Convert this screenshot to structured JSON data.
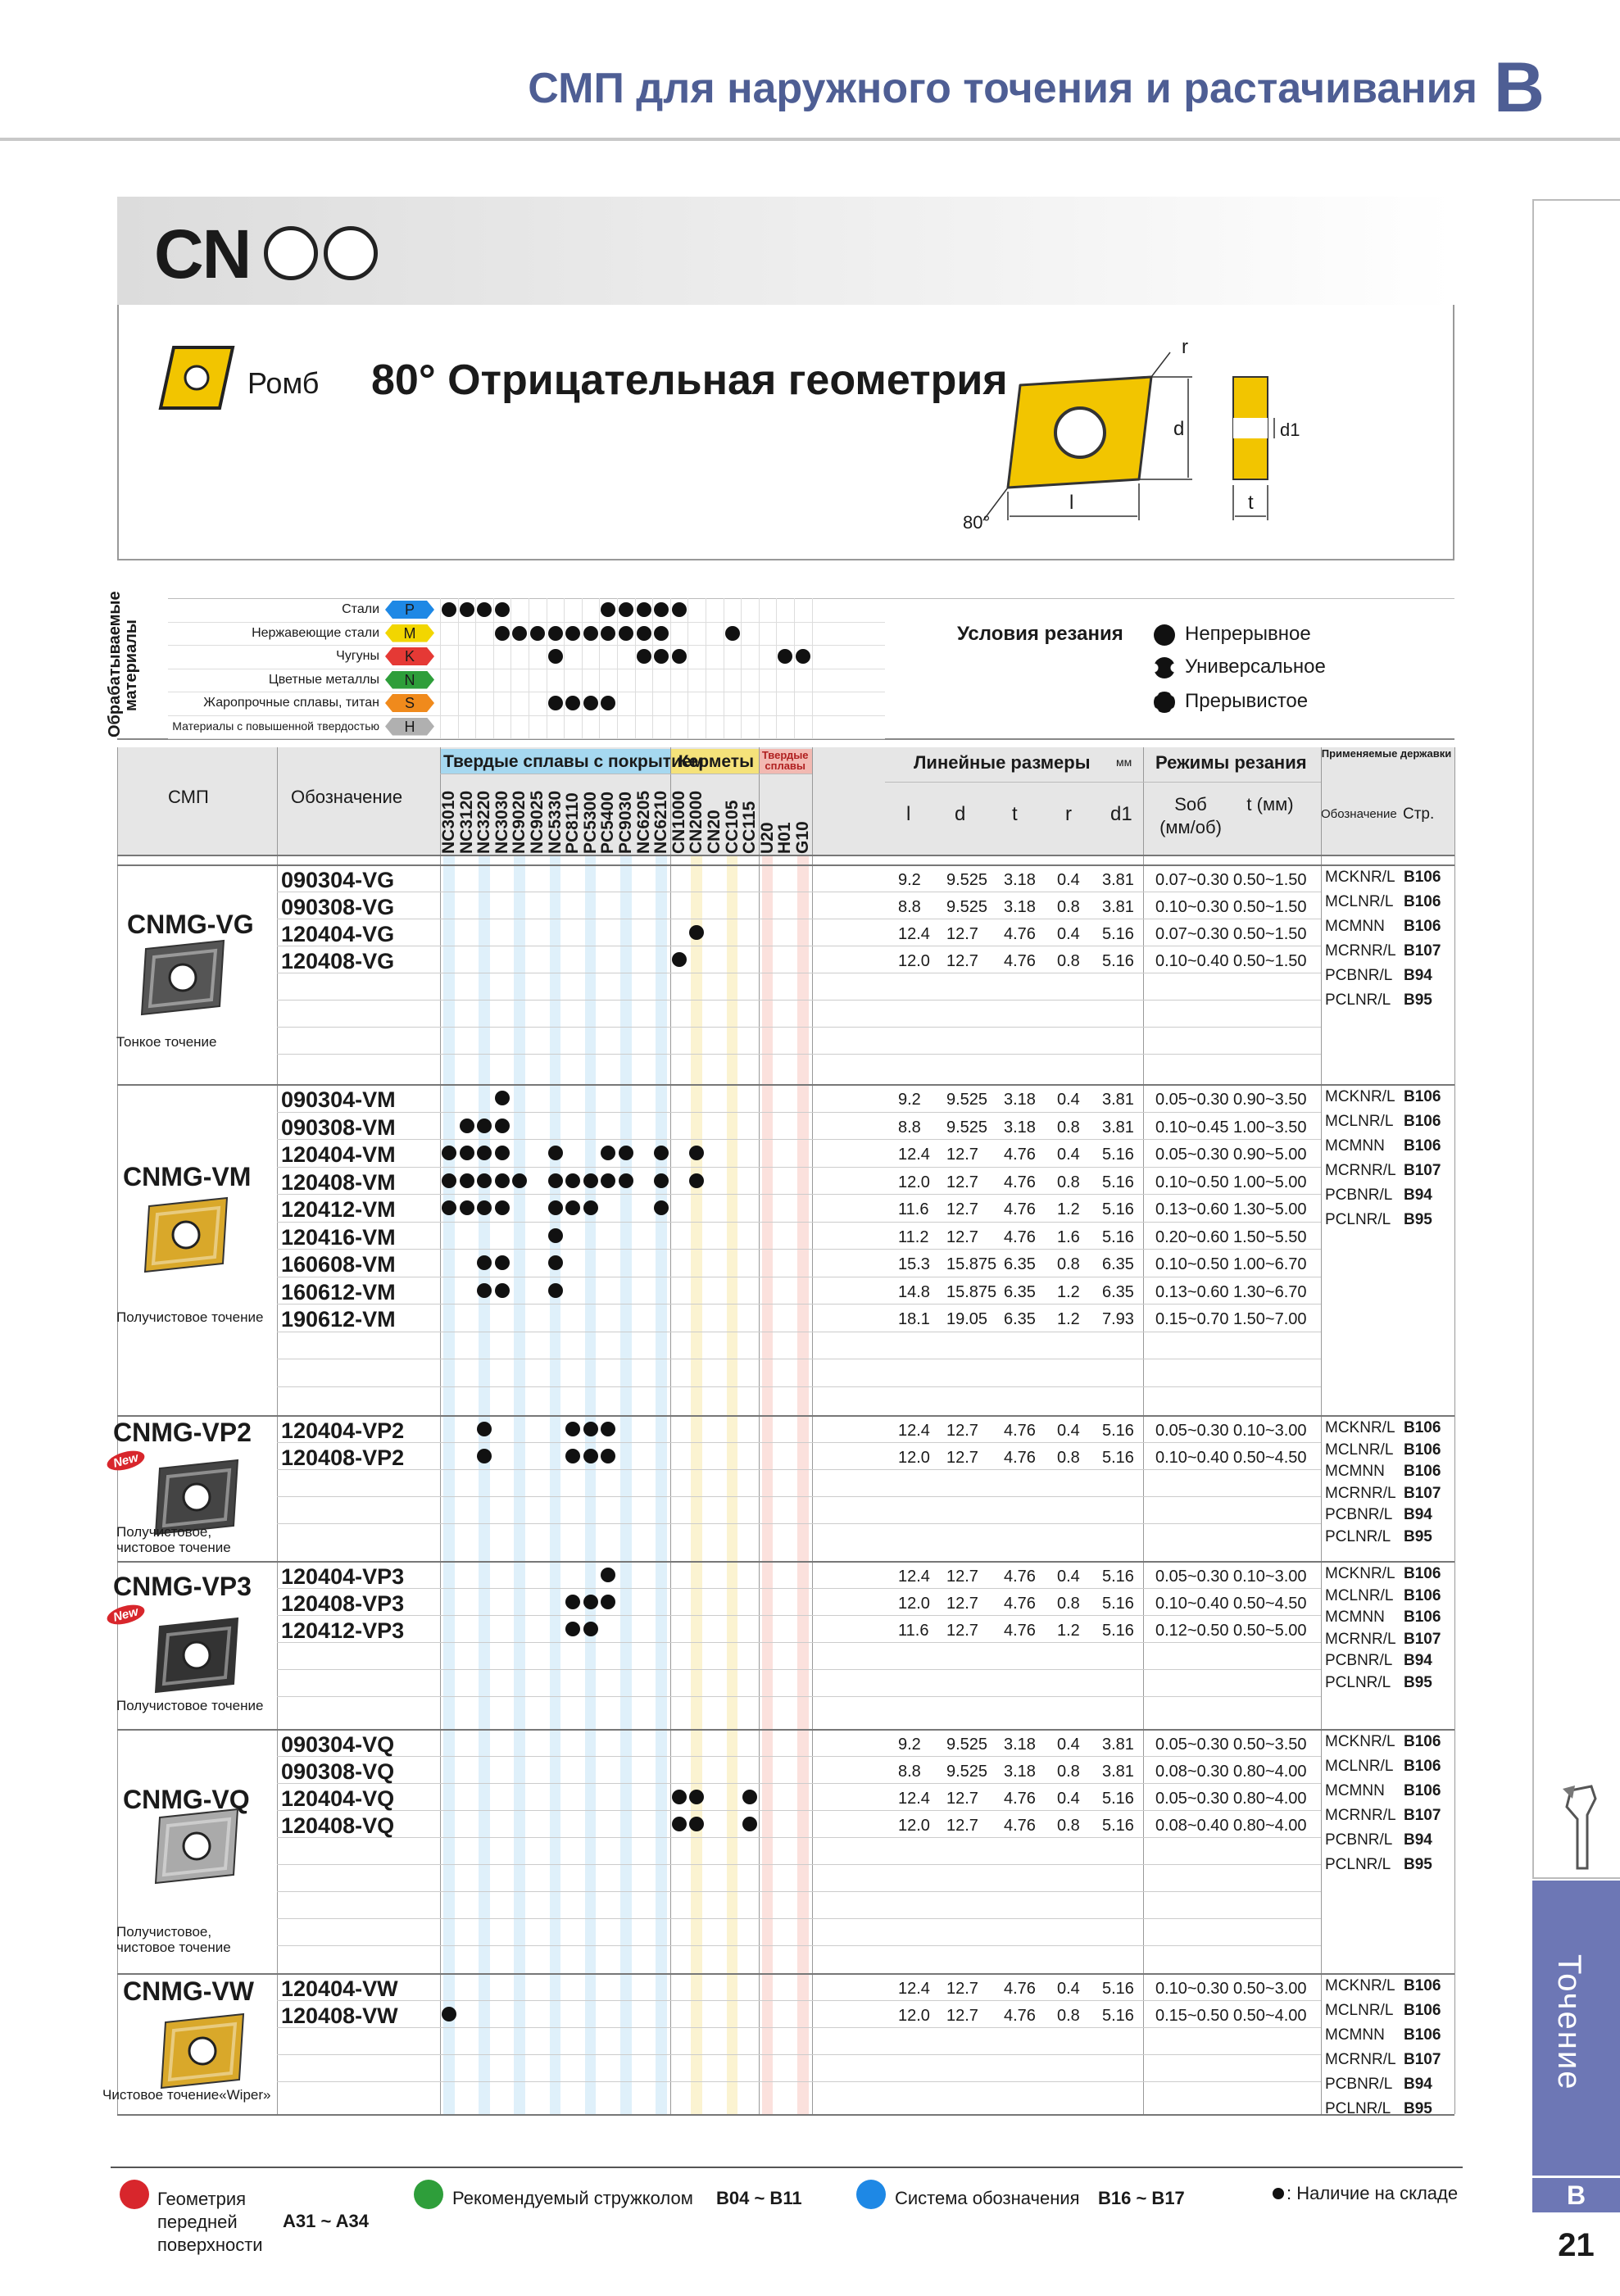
{
  "header": {
    "title": "СМП для наружного точения и растачивания",
    "letter": "B"
  },
  "side": {
    "tab": "Точение",
    "letter": "B",
    "page": "21"
  },
  "insert": {
    "family_prefix": "CN",
    "shape": "Ромб",
    "geometry": "80° Отрицательная геометрия",
    "dims": {
      "r": "r",
      "d": "d",
      "d1": "d1",
      "l": "l",
      "t": "t",
      "angle": "80°"
    }
  },
  "materials": {
    "group_label": "Обрабатываемые материалы",
    "rows": [
      {
        "name": "Стали",
        "code": "P",
        "color": "#1e88e5"
      },
      {
        "name": "Нержавеющие стали",
        "code": "M",
        "color": "#f2d600"
      },
      {
        "name": "Чугуны",
        "code": "K",
        "color": "#e53935"
      },
      {
        "name": "Цветные металлы",
        "code": "N",
        "color": "#2e9e3a"
      },
      {
        "name": "Жаропрочные сплавы, титан",
        "code": "S",
        "color": "#f08a1c"
      },
      {
        "name": "Материалы с повышенной твердостью",
        "code": "H",
        "color": "#b0b0b0"
      }
    ]
  },
  "conditions": {
    "title": "Условия резания",
    "items": [
      "Непрерывное",
      "Универсальное",
      "Прерывистое"
    ]
  },
  "table": {
    "h_smp": "СМП",
    "h_code": "Обозначение",
    "h_coated": "Твердые сплавы с покрытием",
    "h_cermet": "Керметы",
    "h_hard": "Твердые сплавы",
    "h_linear": "Линейные размеры",
    "h_mm": "мм",
    "h_modes": "Режимы резания",
    "h_holders": "Применяемые державки",
    "grades": [
      "NC3010",
      "NC3120",
      "NC3220",
      "NC3030",
      "NC9020",
      "NC9025",
      "NC5330",
      "PC8110",
      "PC5300",
      "PC5400",
      "PC9030",
      "NC6205",
      "NC6210",
      "CN1000",
      "CN2000",
      "CN20",
      "CC105",
      "CC115",
      "U20",
      "H01",
      "G10"
    ],
    "dims": [
      "l",
      "d",
      "t",
      "r",
      "d1"
    ],
    "h_feed": "Sоб (мм/об)",
    "h_depth": "t (мм)",
    "h_desig": "Обозначение",
    "h_page": "Стр."
  },
  "sections": [
    {
      "name": "CNMG-VG",
      "sub": "Тонкое точение",
      "rows": [
        {
          "code": "090304-VG",
          "dots": [],
          "l": "9.2",
          "d": "9.525",
          "t": "3.18",
          "r": "0.4",
          "d1": "3.81",
          "f": "0.07~0.30",
          "ap": "0.50~1.50"
        },
        {
          "code": "090308-VG",
          "dots": [],
          "l": "8.8",
          "d": "9.525",
          "t": "3.18",
          "r": "0.8",
          "d1": "3.81",
          "f": "0.10~0.30",
          "ap": "0.50~1.50"
        },
        {
          "code": "120404-VG",
          "dots": [
            14
          ],
          "l": "12.4",
          "d": "12.7",
          "t": "4.76",
          "r": "0.4",
          "d1": "5.16",
          "f": "0.07~0.30",
          "ap": "0.50~1.50"
        },
        {
          "code": "120408-VG",
          "dots": [
            13
          ],
          "l": "12.0",
          "d": "12.7",
          "t": "4.76",
          "r": "0.8",
          "d1": "5.16",
          "f": "0.10~0.40",
          "ap": "0.50~1.50"
        }
      ],
      "holders": [
        [
          "MCKNR/L",
          "B106"
        ],
        [
          "MCLNR/L",
          "B106"
        ],
        [
          "MCMNN",
          "B106"
        ],
        [
          "MCRNR/L",
          "B107"
        ],
        [
          "PCBNR/L",
          "B94"
        ],
        [
          "PCLNR/L",
          "B95"
        ]
      ]
    },
    {
      "name": "CNMG-VM",
      "sub": "Получистовое точение",
      "rows": [
        {
          "code": "090304-VM",
          "dots": [
            3
          ],
          "l": "9.2",
          "d": "9.525",
          "t": "3.18",
          "r": "0.4",
          "d1": "3.81",
          "f": "0.05~0.30",
          "ap": "0.90~3.50"
        },
        {
          "code": "090308-VM",
          "dots": [
            1,
            2,
            3
          ],
          "l": "8.8",
          "d": "9.525",
          "t": "3.18",
          "r": "0.8",
          "d1": "3.81",
          "f": "0.10~0.45",
          "ap": "1.00~3.50"
        },
        {
          "code": "120404-VM",
          "dots": [
            0,
            1,
            2,
            3,
            6,
            9,
            10,
            12,
            14
          ],
          "l": "12.4",
          "d": "12.7",
          "t": "4.76",
          "r": "0.4",
          "d1": "5.16",
          "f": "0.05~0.30",
          "ap": "0.90~5.00"
        },
        {
          "code": "120408-VM",
          "dots": [
            0,
            1,
            2,
            3,
            4,
            6,
            7,
            8,
            9,
            10,
            12,
            14
          ],
          "l": "12.0",
          "d": "12.7",
          "t": "4.76",
          "r": "0.8",
          "d1": "5.16",
          "f": "0.10~0.50",
          "ap": "1.00~5.00"
        },
        {
          "code": "120412-VM",
          "dots": [
            0,
            1,
            2,
            3,
            6,
            7,
            8,
            12
          ],
          "l": "11.6",
          "d": "12.7",
          "t": "4.76",
          "r": "1.2",
          "d1": "5.16",
          "f": "0.13~0.60",
          "ap": "1.30~5.00"
        },
        {
          "code": "120416-VM",
          "dots": [
            6
          ],
          "l": "11.2",
          "d": "12.7",
          "t": "4.76",
          "r": "1.6",
          "d1": "5.16",
          "f": "0.20~0.60",
          "ap": "1.50~5.50"
        },
        {
          "code": "160608-VM",
          "dots": [
            2,
            3,
            6
          ],
          "l": "15.3",
          "d": "15.875",
          "t": "6.35",
          "r": "0.8",
          "d1": "6.35",
          "f": "0.10~0.50",
          "ap": "1.00~6.70"
        },
        {
          "code": "160612-VM",
          "dots": [
            2,
            3,
            6
          ],
          "l": "14.8",
          "d": "15.875",
          "t": "6.35",
          "r": "1.2",
          "d1": "6.35",
          "f": "0.13~0.60",
          "ap": "1.30~6.70"
        },
        {
          "code": "190612-VM",
          "dots": [],
          "l": "18.1",
          "d": "19.05",
          "t": "6.35",
          "r": "1.2",
          "d1": "7.93",
          "f": "0.15~0.70",
          "ap": "1.50~7.00"
        }
      ],
      "holders": [
        [
          "MCKNR/L",
          "B106"
        ],
        [
          "MCLNR/L",
          "B106"
        ],
        [
          "MCMNN",
          "B106"
        ],
        [
          "MCRNR/L",
          "B107"
        ],
        [
          "PCBNR/L",
          "B94"
        ],
        [
          "PCLNR/L",
          "B95"
        ]
      ]
    },
    {
      "name": "CNMG-VP2",
      "sub": "Получистовое, чистовое точение",
      "new": "New",
      "rows": [
        {
          "code": "120404-VP2",
          "dots": [
            2,
            7,
            8,
            9
          ],
          "l": "12.4",
          "d": "12.7",
          "t": "4.76",
          "r": "0.4",
          "d1": "5.16",
          "f": "0.05~0.30",
          "ap": "0.10~3.00"
        },
        {
          "code": "120408-VP2",
          "dots": [
            2,
            7,
            8,
            9
          ],
          "l": "12.0",
          "d": "12.7",
          "t": "4.76",
          "r": "0.8",
          "d1": "5.16",
          "f": "0.10~0.40",
          "ap": "0.50~4.50"
        }
      ],
      "holders": [
        [
          "MCKNR/L",
          "B106"
        ],
        [
          "MCLNR/L",
          "B106"
        ],
        [
          "MCMNN",
          "B106"
        ],
        [
          "MCRNR/L",
          "B107"
        ],
        [
          "PCBNR/L",
          "B94"
        ],
        [
          "PCLNR/L",
          "B95"
        ]
      ]
    },
    {
      "name": "CNMG-VP3",
      "sub": "Получистовое точение",
      "new": "New",
      "rows": [
        {
          "code": "120404-VP3",
          "dots": [
            9
          ],
          "l": "12.4",
          "d": "12.7",
          "t": "4.76",
          "r": "0.4",
          "d1": "5.16",
          "f": "0.05~0.30",
          "ap": "0.10~3.00"
        },
        {
          "code": "120408-VP3",
          "dots": [
            7,
            8,
            9
          ],
          "l": "12.0",
          "d": "12.7",
          "t": "4.76",
          "r": "0.8",
          "d1": "5.16",
          "f": "0.10~0.40",
          "ap": "0.50~4.50"
        },
        {
          "code": "120412-VP3",
          "dots": [
            7,
            8
          ],
          "l": "11.6",
          "d": "12.7",
          "t": "4.76",
          "r": "1.2",
          "d1": "5.16",
          "f": "0.12~0.50",
          "ap": "0.50~5.00"
        }
      ],
      "holders": [
        [
          "MCKNR/L",
          "B106"
        ],
        [
          "MCLNR/L",
          "B106"
        ],
        [
          "MCMNN",
          "B106"
        ],
        [
          "MCRNR/L",
          "B107"
        ],
        [
          "PCBNR/L",
          "B94"
        ],
        [
          "PCLNR/L",
          "B95"
        ]
      ]
    },
    {
      "name": "CNMG-VQ",
      "sub": "Получистовое, чистовое точение",
      "rows": [
        {
          "code": "090304-VQ",
          "dots": [],
          "l": "9.2",
          "d": "9.525",
          "t": "3.18",
          "r": "0.4",
          "d1": "3.81",
          "f": "0.05~0.30",
          "ap": "0.50~3.50"
        },
        {
          "code": "090308-VQ",
          "dots": [],
          "l": "8.8",
          "d": "9.525",
          "t": "3.18",
          "r": "0.8",
          "d1": "3.81",
          "f": "0.08~0.30",
          "ap": "0.80~4.00"
        },
        {
          "code": "120404-VQ",
          "dots": [
            13,
            14,
            17
          ],
          "l": "12.4",
          "d": "12.7",
          "t": "4.76",
          "r": "0.4",
          "d1": "5.16",
          "f": "0.05~0.30",
          "ap": "0.80~4.00"
        },
        {
          "code": "120408-VQ",
          "dots": [
            13,
            14,
            17
          ],
          "l": "12.0",
          "d": "12.7",
          "t": "4.76",
          "r": "0.8",
          "d1": "5.16",
          "f": "0.08~0.40",
          "ap": "0.80~4.00"
        }
      ],
      "holders": [
        [
          "MCKNR/L",
          "B106"
        ],
        [
          "MCLNR/L",
          "B106"
        ],
        [
          "MCMNN",
          "B106"
        ],
        [
          "MCRNR/L",
          "B107"
        ],
        [
          "PCBNR/L",
          "B94"
        ],
        [
          "PCLNR/L",
          "B95"
        ]
      ]
    },
    {
      "name": "CNMG-VW",
      "sub": "Чистовое точение«Wiper»",
      "rows": [
        {
          "code": "120404-VW",
          "dots": [],
          "l": "12.4",
          "d": "12.7",
          "t": "4.76",
          "r": "0.4",
          "d1": "5.16",
          "f": "0.10~0.30",
          "ap": "0.50~3.00"
        },
        {
          "code": "120408-VW",
          "dots": [
            0
          ],
          "l": "12.0",
          "d": "12.7",
          "t": "4.76",
          "r": "0.8",
          "d1": "5.16",
          "f": "0.15~0.50",
          "ap": "0.50~4.00"
        }
      ],
      "holders": [
        [
          "MCKNR/L",
          "B106"
        ],
        [
          "MCLNR/L",
          "B106"
        ],
        [
          "MCMNN",
          "B106"
        ],
        [
          "MCRNR/L",
          "B107"
        ],
        [
          "PCBNR/L",
          "B94"
        ],
        [
          "PCLNR/L",
          "B95"
        ]
      ]
    }
  ],
  "footer": {
    "items": [
      {
        "text": "Геометрия передней поверхности",
        "ref": "A31 ~ A34",
        "color": "#d8262c"
      },
      {
        "text": "Рекомендуемый стружколом",
        "ref": "B04 ~ B11",
        "color": "#2e9e3a"
      },
      {
        "text": "Система обозначения",
        "ref": "B16 ~ B17",
        "color": "#1e88e5"
      }
    ],
    "stock": ": Наличие на складе"
  }
}
